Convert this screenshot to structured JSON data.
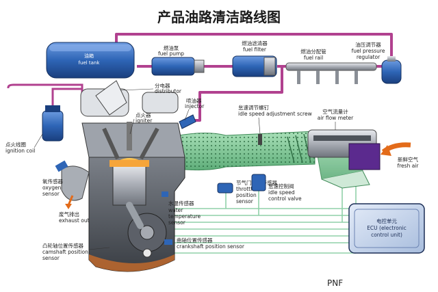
{
  "title": "产品油路清洁路线图",
  "watermark": "PNF",
  "colors": {
    "fuel_line": "#b1418f",
    "sensor_wire": "#8fd0a8",
    "tank_blue": "#2e65b6",
    "ecu_blue": "#c9d7ee",
    "air_green": "#7fc795",
    "fresh_air_arrow": "#e36b1a"
  },
  "labels": {
    "fuel_tank": {
      "zh": "油箱",
      "en": "fuel tank"
    },
    "fuel_pump": {
      "zh": "燃油泵",
      "en": "fuel pump"
    },
    "fuel_filter": {
      "zh": "燃油滤清器",
      "en": "fuel filter"
    },
    "fuel_rail": {
      "zh": "燃油分配管",
      "en": "fuel rail"
    },
    "pressure_regulator": {
      "zh": "油压调节器",
      "en1": "fuel pressure",
      "en2": "regulator"
    },
    "distributor": {
      "zh": "分电器",
      "en": "distributor"
    },
    "igniter": {
      "zh": "点火器",
      "en": "igniter"
    },
    "injector": {
      "zh": "喷油器",
      "en": "injector"
    },
    "idle_screw": {
      "zh": "怠速调节螺钉",
      "en": "idle speed adjustment screw"
    },
    "air_flow_meter": {
      "zh": "空气流量计",
      "en": "air flow meter"
    },
    "fresh_air": {
      "zh": "新鲜空气",
      "en": "fresh air"
    },
    "ignition_coil": {
      "zh": "点火线圈",
      "en": "ignition coil"
    },
    "oxygen_sensor": {
      "zh": "氧传感器",
      "en1": "oxygen",
      "en2": "sensor"
    },
    "exhaust_out": {
      "zh": "废气排出",
      "en": "exhaust out"
    },
    "water_temp_sensor": {
      "zh": "水温传感器",
      "en1": "water",
      "en2": "temperature",
      "en3": "sensor"
    },
    "throttle_sensor": {
      "zh": "节气门位置传感器",
      "en1": "throttle",
      "en2": "position",
      "en3": "sensor"
    },
    "idle_valve": {
      "zh": "怠速控制阀",
      "en1": "idle speed",
      "en2": "control valve"
    },
    "ecu": {
      "zh": "电控单元",
      "en1": "ECU (electronic",
      "en2": "control unit)"
    },
    "crankshaft_sensor": {
      "zh": "曲轴位置传感器",
      "en": "crankshaft position sensor"
    },
    "camshaft_sensor": {
      "zh": "凸轮轴位置传感器",
      "en1": "camshaft position",
      "en2": "sensor"
    }
  }
}
